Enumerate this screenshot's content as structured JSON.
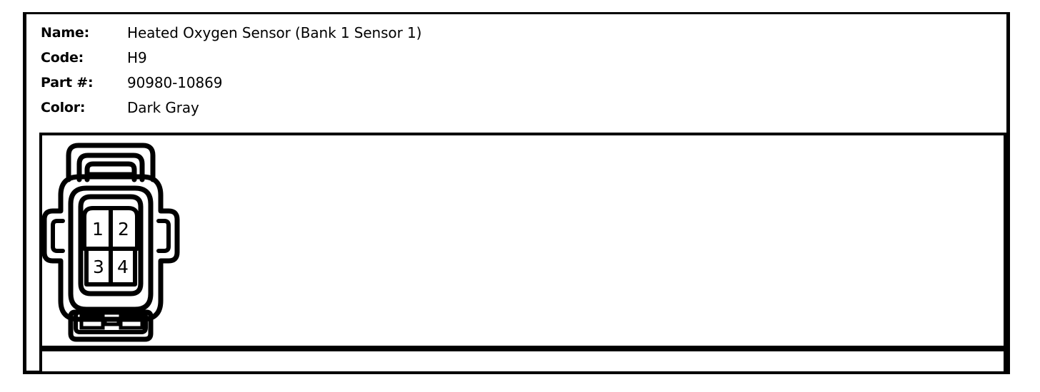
{
  "document": {
    "type": "connector-spec-sheet",
    "line_color": "#000000",
    "background": "#ffffff"
  },
  "info": {
    "rows": [
      {
        "label": "Name:",
        "value": "Heated Oxygen Sensor (Bank 1 Sensor 1)"
      },
      {
        "label": "Code:",
        "value": "H9"
      },
      {
        "label": "Part #:",
        "value": "90980-10869"
      },
      {
        "label": "Color:",
        "value": "Dark Gray"
      }
    ]
  },
  "connector": {
    "name": "4-pin-automotive-connector",
    "pin_count": 4,
    "grid": {
      "rows": 2,
      "cols": 2
    },
    "pins": [
      {
        "number": "1",
        "row": 0,
        "col": 0
      },
      {
        "number": "2",
        "row": 0,
        "col": 1
      },
      {
        "number": "3",
        "row": 1,
        "col": 0
      },
      {
        "number": "4",
        "row": 1,
        "col": 1
      }
    ],
    "features": {
      "top_latch": "locking-tab",
      "side_tabs": 2,
      "bottom_tab_slots": 3
    }
  },
  "panel": {
    "caption": ""
  }
}
